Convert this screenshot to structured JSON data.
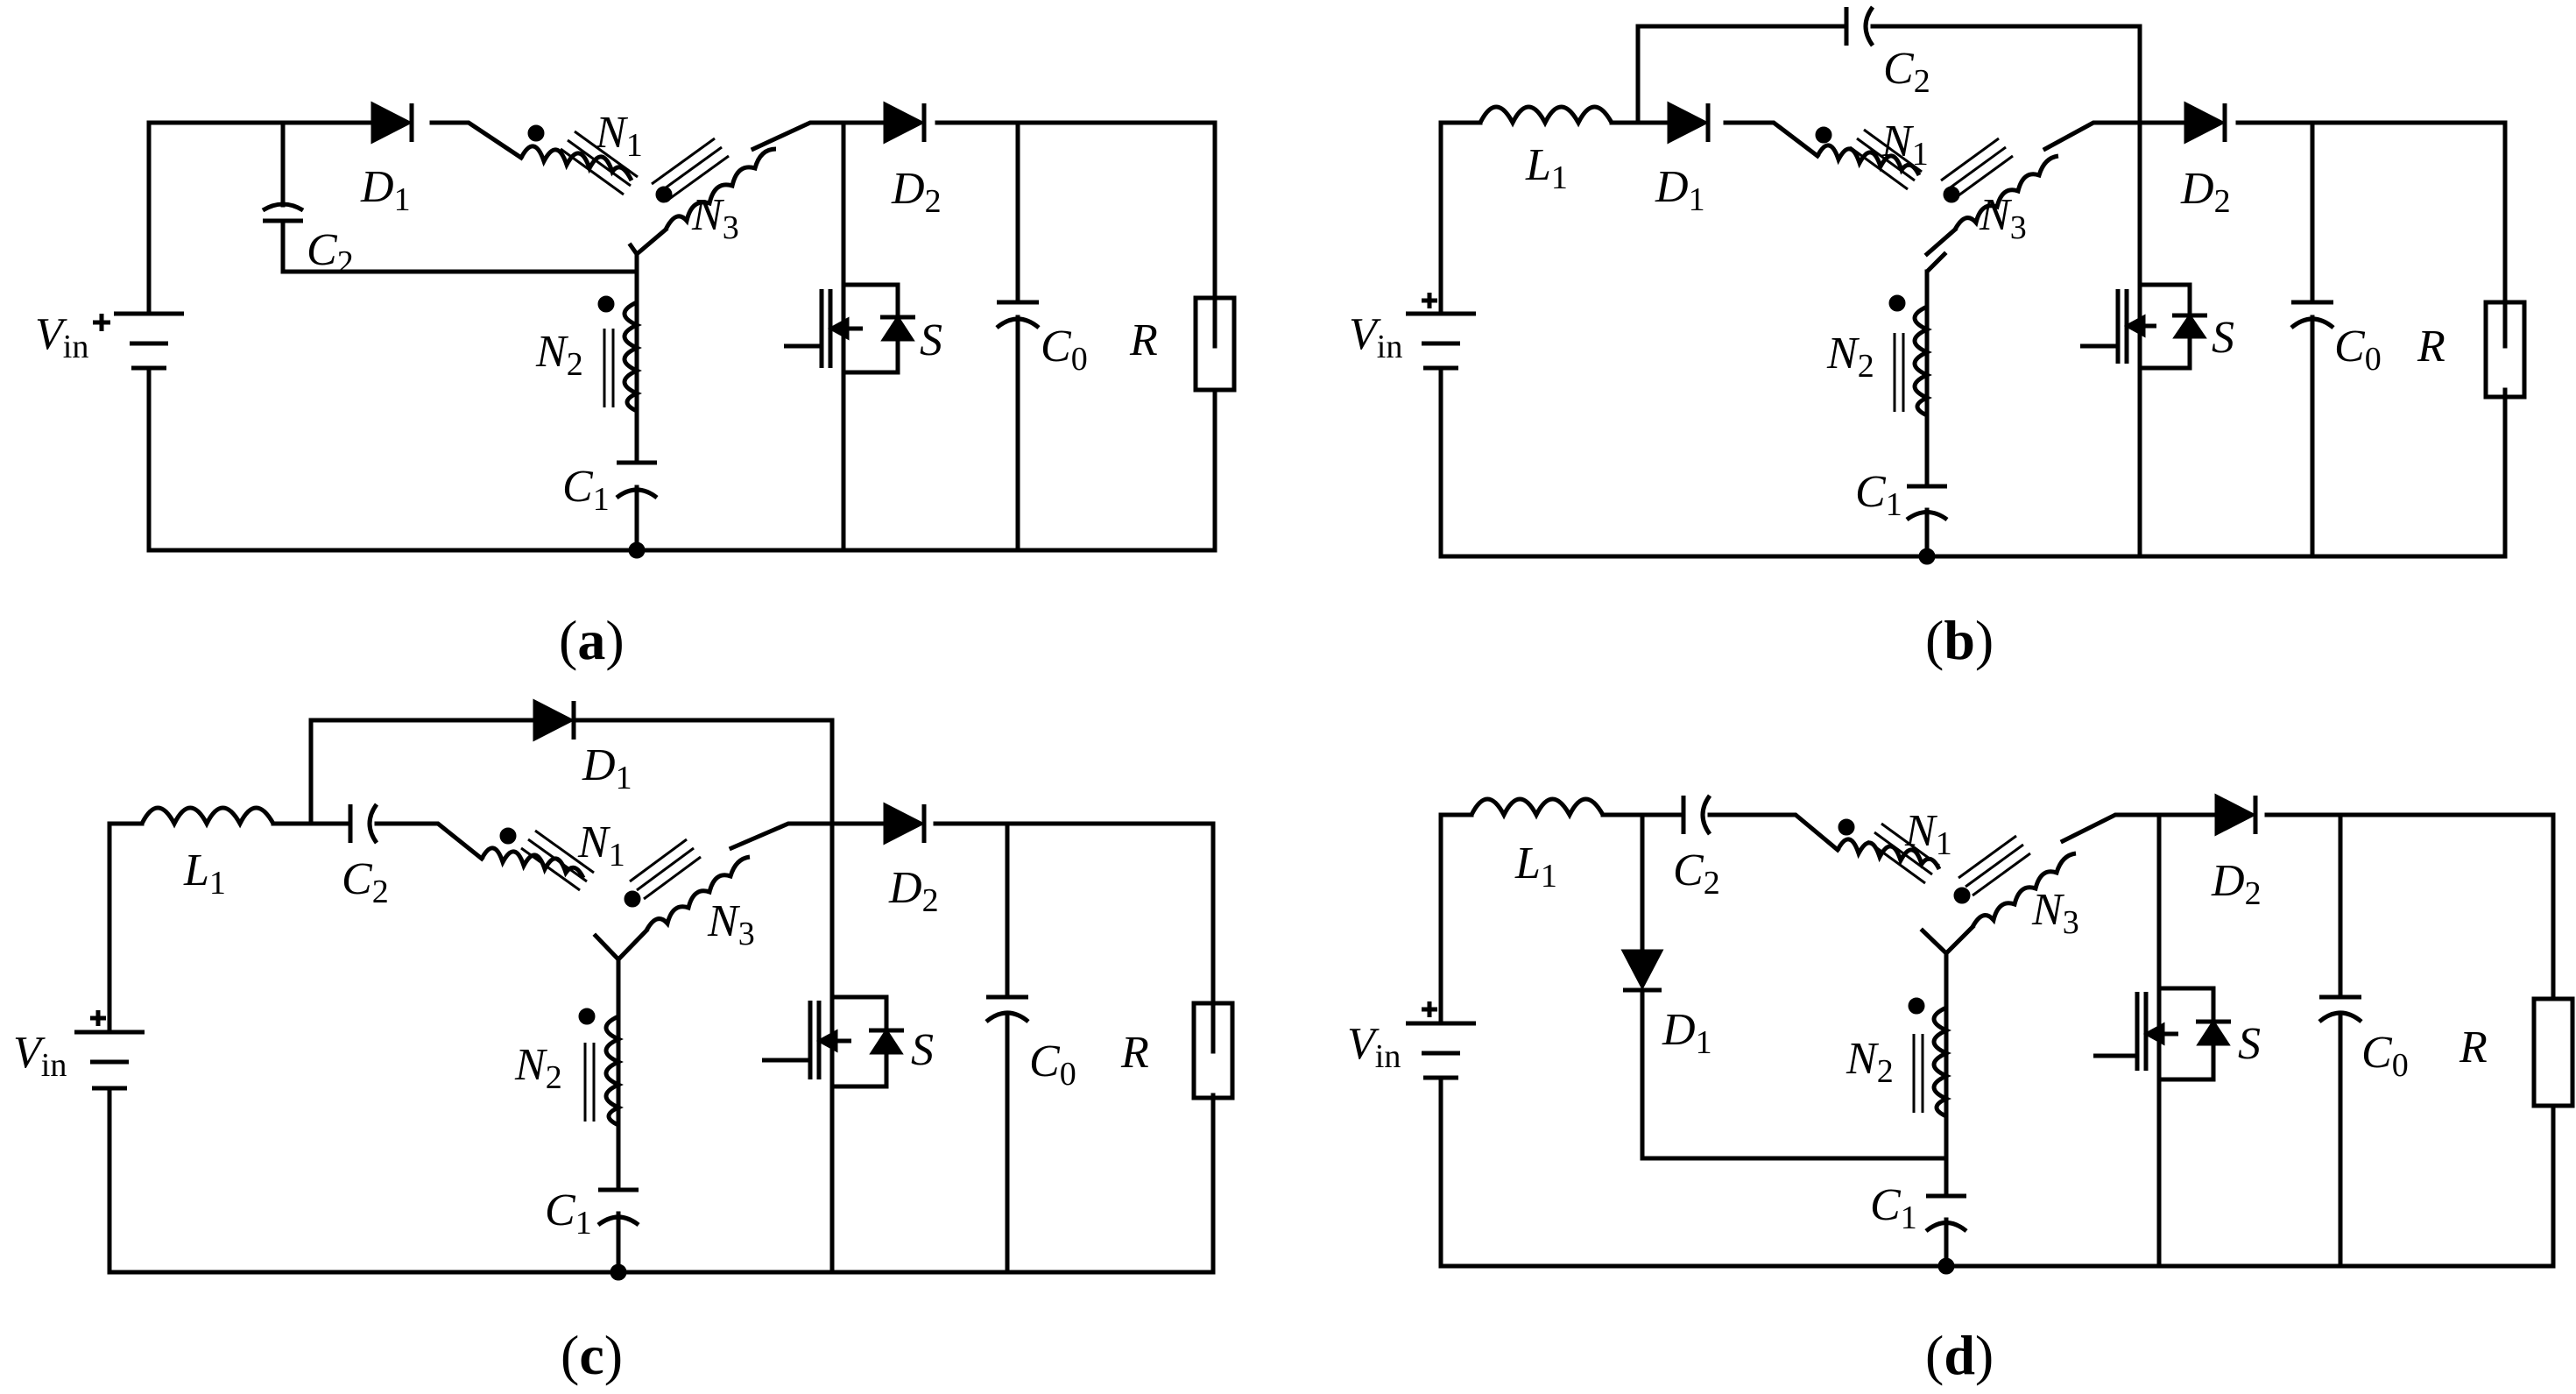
{
  "colors": {
    "ink": "#000000",
    "background": "#ffffff"
  },
  "panels": [
    {
      "caption": "a",
      "labels": {
        "vin": "V",
        "vin_sub": "in",
        "d1": "D",
        "d1_sub": "1",
        "d2": "D",
        "d2_sub": "2",
        "c1": "C",
        "c1_sub": "1",
        "c2": "C",
        "c2_sub": "2",
        "c0": "C",
        "c0_sub": "0",
        "n1": "N",
        "n1_sub": "1",
        "n2": "N",
        "n2_sub": "2",
        "n3": "N",
        "n3_sub": "3",
        "s": "S",
        "r": "R"
      }
    },
    {
      "caption": "b",
      "labels": {
        "vin": "V",
        "vin_sub": "in",
        "l1": "L",
        "l1_sub": "1",
        "d1": "D",
        "d1_sub": "1",
        "d2": "D",
        "d2_sub": "2",
        "c1": "C",
        "c1_sub": "1",
        "c2": "C",
        "c2_sub": "2",
        "c0": "C",
        "c0_sub": "0",
        "n1": "N",
        "n1_sub": "1",
        "n2": "N",
        "n2_sub": "2",
        "n3": "N",
        "n3_sub": "3",
        "s": "S",
        "r": "R"
      }
    },
    {
      "caption": "c",
      "labels": {
        "vin": "V",
        "vin_sub": "in",
        "l1": "L",
        "l1_sub": "1",
        "d1": "D",
        "d1_sub": "1",
        "d2": "D",
        "d2_sub": "2",
        "c1": "C",
        "c1_sub": "1",
        "c2": "C",
        "c2_sub": "2",
        "c0": "C",
        "c0_sub": "0",
        "n1": "N",
        "n1_sub": "1",
        "n2": "N",
        "n2_sub": "2",
        "n3": "N",
        "n3_sub": "3",
        "s": "S",
        "r": "R"
      }
    },
    {
      "caption": "d",
      "labels": {
        "vin": "V",
        "vin_sub": "in",
        "l1": "L",
        "l1_sub": "1",
        "d1": "D",
        "d1_sub": "1",
        "d2": "D",
        "d2_sub": "2",
        "c1": "C",
        "c1_sub": "1",
        "c2": "C",
        "c2_sub": "2",
        "c0": "C",
        "c0_sub": "0",
        "n1": "N",
        "n1_sub": "1",
        "n2": "N",
        "n2_sub": "2",
        "n3": "N",
        "n3_sub": "3",
        "s": "S",
        "r": "R"
      }
    }
  ]
}
